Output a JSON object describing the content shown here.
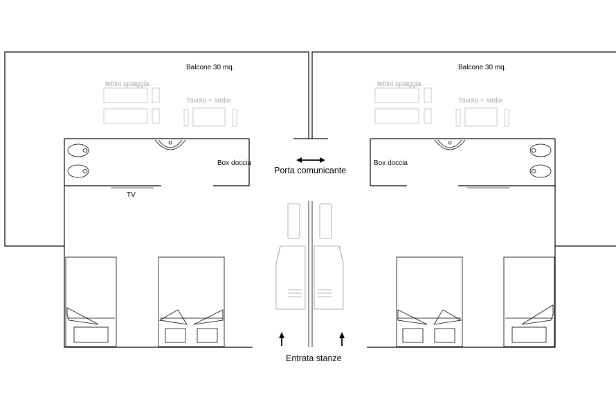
{
  "labels": {
    "balcony": "Balcone 30 mq.",
    "sunbeds": "lettini spiaggia",
    "table_chairs": "Tavolo + sedie",
    "shower": "Box doccia",
    "tv": "TV",
    "connecting_door": "Porta comunicante",
    "room_entrance": "Entrata stanze"
  }
}
